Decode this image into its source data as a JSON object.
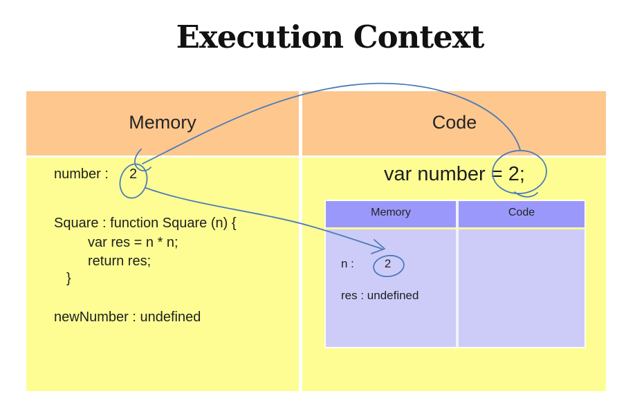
{
  "slide": {
    "title": "Execution Context"
  },
  "colors": {
    "outer_header_bg": "#fdc78e",
    "outer_body_bg": "#fdfd94",
    "inner_header_bg": "#9b98fb",
    "inner_body_bg": "#cdccf8",
    "ink": "#4a7bb8",
    "text": "#1e1e1e"
  },
  "outer_table": {
    "memory_header": "Memory",
    "code_header": "Code",
    "memory": {
      "number_label": "number :",
      "number_value": "2",
      "fn_line1": "Square : function Square (n) {",
      "fn_line2": "var res = n * n;",
      "fn_line3": "return res;",
      "fn_line4": "}",
      "newnumber_line": "newNumber : undefined"
    },
    "code": {
      "statement": "var number = 2;"
    }
  },
  "inner_table": {
    "memory_header": "Memory",
    "code_header": "Code",
    "memory": {
      "n_label": "n :",
      "n_value": "2",
      "res_line": "res : undefined"
    },
    "code": {
      "content": ""
    }
  }
}
